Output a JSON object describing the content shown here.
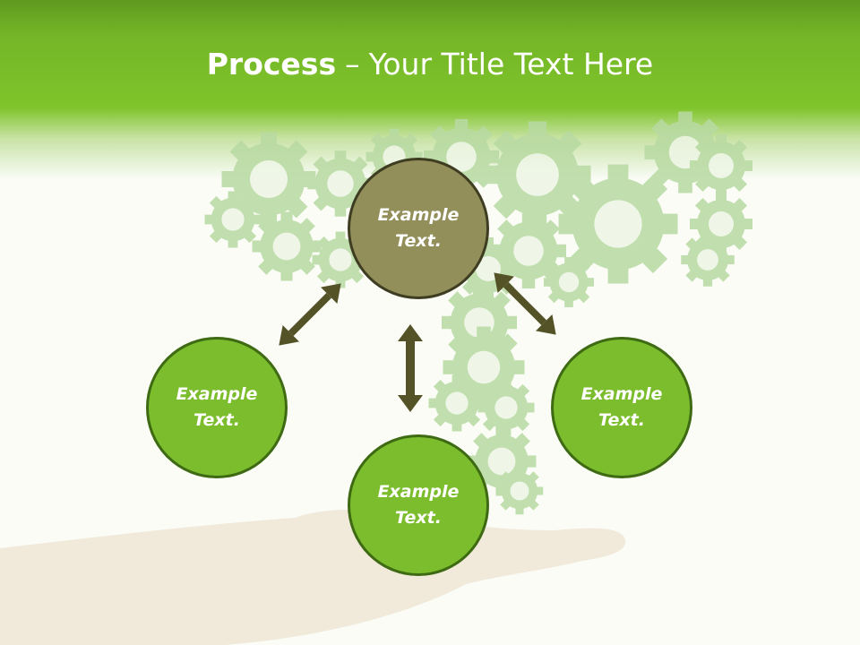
{
  "slide": {
    "title_bold": "Process",
    "title_separator": "–",
    "title_rest": "Your Title Text Here"
  },
  "nodes": {
    "top": "Example\nText.",
    "left": "Example\nText.",
    "right": "Example\nText.",
    "bottom": "Example\nText."
  },
  "colors": {
    "header_green": "#7fc42b",
    "node_green": "#7cbd2e",
    "node_green_border": "#3d6a12",
    "node_olive": "#938f5b",
    "arrow": "#545328",
    "gears": "#b7d9a1"
  },
  "icons": [
    "gear-icon",
    "double-arrow-icon",
    "hand-image"
  ]
}
